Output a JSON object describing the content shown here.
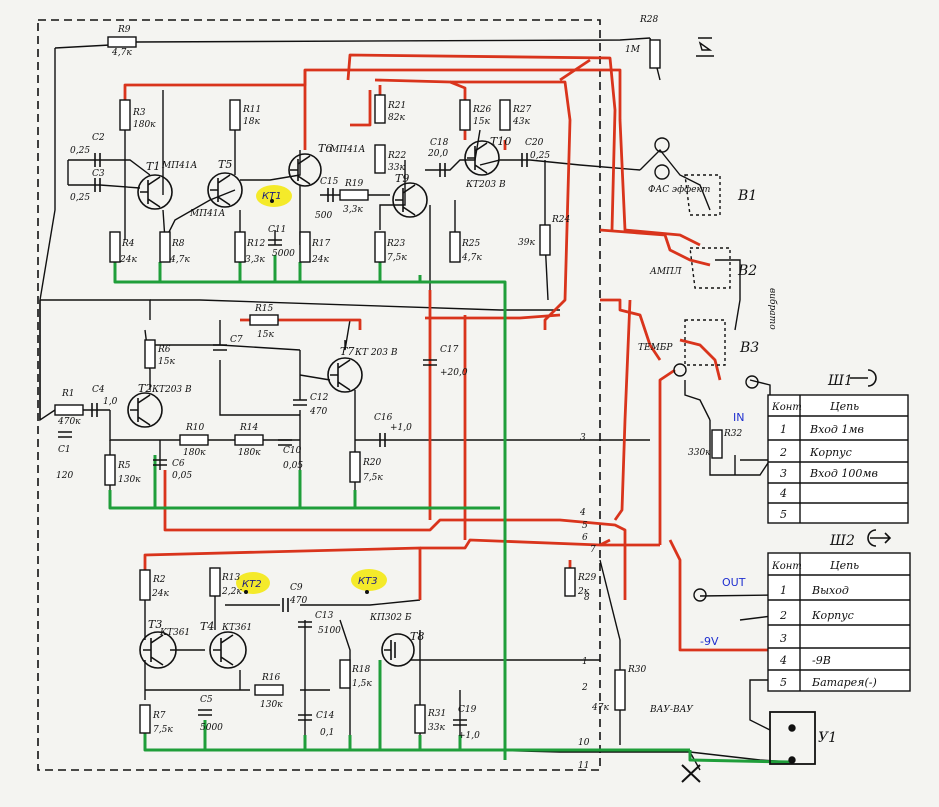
{
  "transistors": {
    "t1": "T1",
    "t1_type": "МП41А",
    "t5": "T5",
    "t5_type": "МП41А",
    "t6": "T6",
    "t6_type": "МП41А",
    "t9": "T9",
    "t10": "T10",
    "t10_type": "КТ203 В",
    "t2": "T2",
    "t2_type": "КТ203 В",
    "t7": "T7",
    "t7_type": "КТ 203 В",
    "t3": "T3",
    "t3_type": "КТ361",
    "t4": "T4",
    "t4_type": "КТ361",
    "t8": "T8",
    "t8_type": "КП302 Б"
  },
  "resistors": {
    "r9": "R9",
    "r9_val": "4,7к",
    "r3": "R3",
    "r3_val": "180к",
    "r11": "R11",
    "r11_val": "18к",
    "r21": "R21",
    "r21_val": "82к",
    "r22": "R22",
    "r22_val": "33к",
    "r26": "R26",
    "r26_val": "15к",
    "r27": "R27",
    "r27_val": "43к",
    "r4": "R4",
    "r4_val": "24к",
    "r8": "R8",
    "r8_val": "4,7к",
    "r12": "R12",
    "r12_val": "3,3к",
    "r17": "R17",
    "r17_val": "24к",
    "r19": "R19",
    "r19_val": "3,3к",
    "r23": "R23",
    "r23_val": "7,5к",
    "r25": "R25",
    "r25_val": "4,7к",
    "r24": "R24",
    "r24_val": "39к",
    "r15": "R15",
    "r15_val": "15к",
    "r6": "R6",
    "r6_val": "15к",
    "r1": "R1",
    "r1_val": "470к",
    "r10": "R10",
    "r10_val": "180к",
    "r14": "R14",
    "r14_val": "180к",
    "r5": "R5",
    "r5_val": "130к",
    "r20": "R20",
    "r20_val": "7,5к",
    "r32": "R32",
    "r32_val": "330к",
    "r2": "R2",
    "r2_val": "24к",
    "r13": "R13",
    "r13_val": "2,2к",
    "r7": "R7",
    "r7_val": "7,5к",
    "r16": "R16",
    "r16_val": "130к",
    "r18": "R18",
    "r18_val": "1,5к",
    "r29": "R29",
    "r29_val": "2к",
    "r30": "R30",
    "r30_val": "47к",
    "r28": "R28",
    "r28_val": "1М",
    "r31": "R31",
    "r31_val": "33к"
  },
  "capacitors": {
    "c2": "C2",
    "c2_val": "0,25",
    "c3": "C3",
    "c3_val": "0,25",
    "c15": "C15",
    "c15_val": "500",
    "c11": "C11",
    "c11_val": "5000",
    "c18": "C18",
    "c18_val": "20,0",
    "c20": "C20",
    "c20_val": "0,25",
    "c7": "C7",
    "c17": "C17",
    "c17_val": "+20,0",
    "c1": "C1",
    "c1_val": "120",
    "c4": "C4",
    "c4_val": "1,0",
    "c12": "C12",
    "c12_val": "470",
    "c16": "C16",
    "c16_val": "+1,0",
    "c6": "C6",
    "c6_val": "0,05",
    "c10": "C10",
    "c10_val": "0,05",
    "c9": "C9",
    "c9_val": "470",
    "c13": "C13",
    "c13_val": "5100",
    "c5": "C5",
    "c5_val": "5000",
    "c14": "C14",
    "c14_val": "0,1",
    "c19": "C19",
    "c19_val": "+1,0"
  },
  "test_points": {
    "kt1": "КТ1",
    "kt2": "КТ2",
    "kt3": "КТ3"
  },
  "switches": {
    "b1": "B1",
    "b2": "B2",
    "b3": "B3",
    "fuzz_label": "ФАС эффект",
    "ampl_label": "АМПЛ",
    "temp_label": "ТЕМБР",
    "wah_label": "ВАУ-ВАУ",
    "vibrato_label": "вибрато"
  },
  "annotations": {
    "in": "IN",
    "out": "OUT",
    "minus9": "-9V",
    "u1": "У1"
  },
  "connector_sh1": {
    "title": "Ш1",
    "headers": [
      "Конт",
      "Цепь"
    ],
    "rows": [
      {
        "n": "1",
        "signal": "Вход 1мв"
      },
      {
        "n": "2",
        "signal": "Корпус"
      },
      {
        "n": "3",
        "signal": "Вход 100мв"
      },
      {
        "n": "4",
        "signal": ""
      },
      {
        "n": "5",
        "signal": ""
      }
    ]
  },
  "connector_sh2": {
    "title": "Ш2",
    "headers": [
      "Конт",
      "Цепь"
    ],
    "rows": [
      {
        "n": "1",
        "signal": "Выход"
      },
      {
        "n": "2",
        "signal": "Корпус"
      },
      {
        "n": "3",
        "signal": ""
      },
      {
        "n": "4",
        "signal": "-9В"
      },
      {
        "n": "5",
        "signal": "Батарея(-)"
      }
    ]
  },
  "terminal_numbers": [
    "3",
    "4",
    "5",
    "6",
    "7",
    "8",
    "1",
    "2",
    "10",
    "11"
  ],
  "colors": {
    "red_wire": "#d9341c",
    "green_wire": "#1f9e3a",
    "test_point": "#f4ea2a",
    "blue_text": "#1f2fd0"
  }
}
